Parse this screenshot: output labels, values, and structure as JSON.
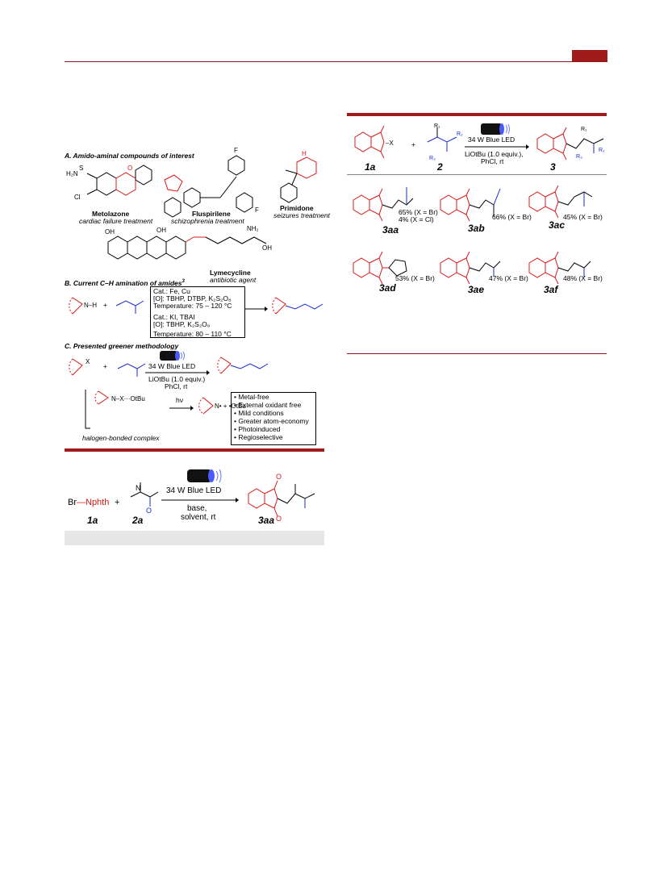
{
  "scheme_a": {
    "title": "A. Amido-aminal compounds of interest",
    "metolazone_name": "Metolazone",
    "metolazone_use": "cardiac failure treatment",
    "fluspirilene_name": "Fluspirilene",
    "fluspirilene_use": "schizophrenia treatment",
    "primidone_name": "Primidone",
    "primidone_use": "seizures treatment",
    "lymecycline_name": "Lymecycline",
    "lymecycline_use": "antibiotic agent"
  },
  "scheme_b": {
    "title": "B. Current C–H amination of amides",
    "title_ref": "3",
    "cat1": "Cat.: Fe, Cu",
    "ox1": "[O]: TBHP, DTBP, K₂S₂O₈",
    "temp1": "Temperature: 75 – 120 °C",
    "cat2": "Cat.: KI, TBAI",
    "ox2": "[O]: TBHP, K₂S₂O₈",
    "temp2": "Temperature: 80 – 110 °C"
  },
  "scheme_c": {
    "title": "C. Presented greener methodology",
    "led": "34 W Blue LED",
    "base": "LiOtBu (1.0 equiv.)",
    "solvent": "PhCl, rt",
    "hv": "hν",
    "complex_label": "halogen-bonded complex",
    "features": [
      "Metal-free",
      "External oxidant free",
      "Mild conditions",
      "Greater atom-economy",
      "Photoinduced",
      "Regioselective"
    ]
  },
  "scheme_opt": {
    "reagent_1a": "Br—Nphth",
    "plus": "+",
    "led": "34 W Blue LED",
    "base": "base,",
    "solvent": "solvent, rt",
    "label_1a": "1a",
    "label_2a": "2a",
    "label_3aa": "3aa"
  },
  "scheme_scope": {
    "led": "34 W Blue LED",
    "base": "LiOtBu (1.0 equiv.),",
    "solvent": "PhCl, rt",
    "label_1a": "1a",
    "label_2": "2",
    "label_3": "3",
    "products": [
      {
        "label": "3aa",
        "yield": "65% (X = Br)",
        "yield2": "4% (X = Cl)"
      },
      {
        "label": "3ab",
        "yield": "66% (X = Br)"
      },
      {
        "label": "3ac",
        "yield": "45% (X = Br)"
      },
      {
        "label": "3ad",
        "yield": "53% (X = Br)"
      },
      {
        "label": "3ae",
        "yield": "47% (X = Br)"
      },
      {
        "label": "3af",
        "yield": "48% (X = Br)"
      }
    ]
  },
  "colors": {
    "accent": "#a01c1c",
    "red": "#d81818",
    "blue": "#1a2acc"
  }
}
